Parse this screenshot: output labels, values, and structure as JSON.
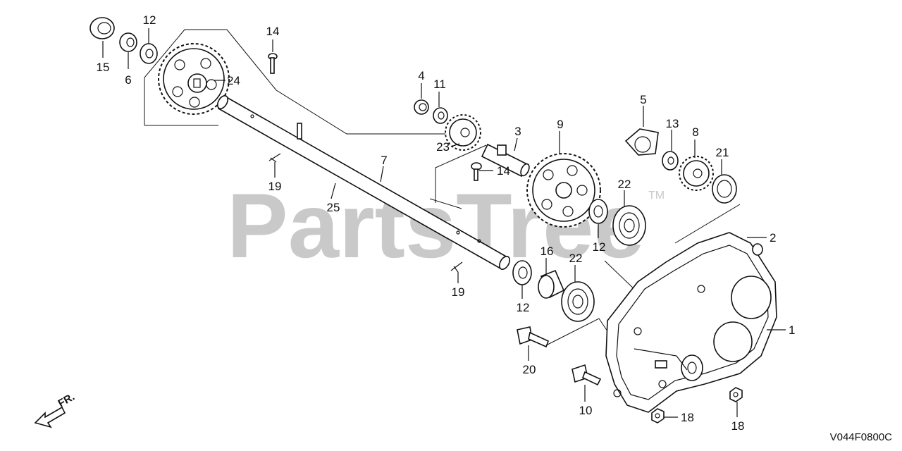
{
  "watermark": {
    "text": "PartsTree",
    "trademark": "TM"
  },
  "diagram_code": "V044F0800C",
  "direction_label": "FR.",
  "parts": [
    {
      "id": "p15",
      "label": "15"
    },
    {
      "id": "p6",
      "label": "6"
    },
    {
      "id": "p12a",
      "label": "12"
    },
    {
      "id": "p14a",
      "label": "14"
    },
    {
      "id": "p24",
      "label": "24"
    },
    {
      "id": "p4",
      "label": "4"
    },
    {
      "id": "p11",
      "label": "11"
    },
    {
      "id": "p23",
      "label": "23"
    },
    {
      "id": "p3",
      "label": "3"
    },
    {
      "id": "p9",
      "label": "9"
    },
    {
      "id": "p5",
      "label": "5"
    },
    {
      "id": "p13",
      "label": "13"
    },
    {
      "id": "p8",
      "label": "8"
    },
    {
      "id": "p21",
      "label": "21"
    },
    {
      "id": "p14b",
      "label": "14"
    },
    {
      "id": "p7",
      "label": "7"
    },
    {
      "id": "p19a",
      "label": "19"
    },
    {
      "id": "p25",
      "label": "25"
    },
    {
      "id": "p22a",
      "label": "22"
    },
    {
      "id": "p12b",
      "label": "12"
    },
    {
      "id": "p16",
      "label": "16"
    },
    {
      "id": "p22b",
      "label": "22"
    },
    {
      "id": "p2",
      "label": "2"
    },
    {
      "id": "p1",
      "label": "1"
    },
    {
      "id": "p19b",
      "label": "19"
    },
    {
      "id": "p12c",
      "label": "12"
    },
    {
      "id": "p20",
      "label": "20"
    },
    {
      "id": "p10",
      "label": "10"
    },
    {
      "id": "p18a",
      "label": "18"
    },
    {
      "id": "p18b",
      "label": "18"
    }
  ]
}
